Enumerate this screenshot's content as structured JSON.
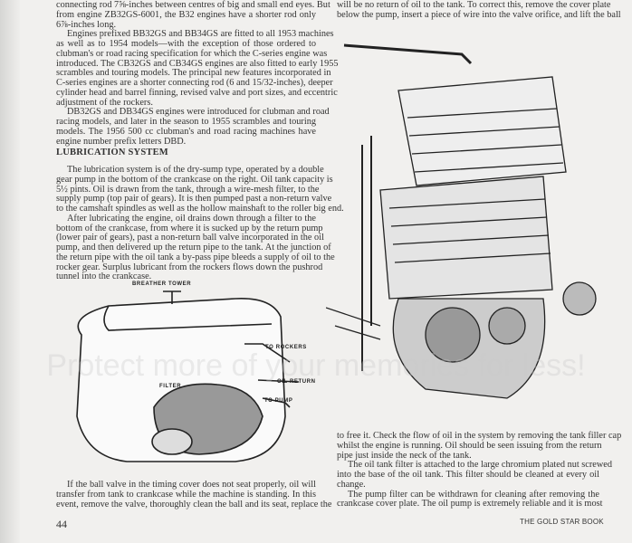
{
  "left_column": {
    "para1": [
      "connecting rod 7⅝-inches between centres of big and small end eyes. But",
      "from engine ZB32GS-6001, the B32 engines have a shorter rod only",
      "6⅞-inches long."
    ],
    "para2": [
      "Engines prefixed BB32GS and BB34GS are fitted to all 1953 machines",
      "as well as to 1954 models—with the exception of those ordered to",
      "clubman's or road racing specification for which the C-series engine was",
      "introduced. The CB32GS and CB34GS engines are also fitted to early 1955",
      "scrambles and touring models. The principal new features incorporated in",
      "C-series engines are a shorter connecting rod (6 and 15/32-inches), deeper",
      "cylinder head and barrel finning, revised valve and port sizes, and eccentric",
      "adjustment of the rockers."
    ],
    "para3": [
      "DB32GS and DB34GS engines were introduced for clubman and road",
      "racing models, and later in the season to 1955 scrambles and touring",
      "models. The 1956 500 cc clubman's and road racing machines have",
      "engine number prefix letters DBD."
    ],
    "heading": "LUBRICATION SYSTEM",
    "para4": [
      "The lubrication system is of the dry-sump type, operated by a double",
      "gear pump in the bottom of the crankcase on the right. Oil tank capacity is",
      "5½ pints. Oil is drawn from the tank, through a wire-mesh filter, to the",
      "supply pump (top pair of gears). It is then pumped past a non-return valve",
      "to the camshaft spindles as well as the hollow mainshaft to the roller big end."
    ],
    "para5": [
      "After lubricating the engine, oil drains down through a filter to the",
      "bottom of the crankcase, from where it is sucked up by the return pump",
      "(lower pair of gears), past a non-return ball valve incorporated in the oil",
      "pump, and then delivered up the return pipe to the tank. At the junction of",
      "the return pipe with the oil tank a by-pass pipe bleeds a supply of oil to the",
      "rocker gear. Surplus lubricant from the rockers flows down the pushrod",
      "tunnel into the crankcase."
    ],
    "para6": [
      "If the ball valve in the timing cover does not seat properly, oil will",
      "transfer from tank to crankcase while the machine is standing. In this",
      "event, remove the valve, thoroughly clean the ball and its seat, replace the"
    ]
  },
  "right_column": {
    "top": [
      "will be no return of oil to the tank. To correct this, remove the cover plate",
      "below the pump, insert a piece of wire into the valve orifice, and lift the ball"
    ],
    "para1": [
      "to free it. Check the flow of oil in the system by removing the tank filler cap",
      "whilst the engine is running. Oil should be seen issuing from the return",
      "pipe just inside the neck of the tank."
    ],
    "para2": [
      "The oil tank filter is attached to the large chromium plated nut screwed",
      "into the base of the oil tank. This filter should be cleaned at every oil",
      "change."
    ],
    "para3": [
      "The pump filter can be withdrawn for cleaning after removing the",
      "crankcase cover plate. The oil pump is extremely reliable and it is most"
    ]
  },
  "diagram_labels": {
    "breather": "BREATHER TOWER",
    "rockers": "TO ROCKERS",
    "filter": "FILTER",
    "oil_return": "OIL RETURN",
    "pump": "TO PUMP"
  },
  "page_number": "44",
  "footer": "THE GOLD STAR BOOK",
  "watermark": "Protect more of your memories for less!"
}
